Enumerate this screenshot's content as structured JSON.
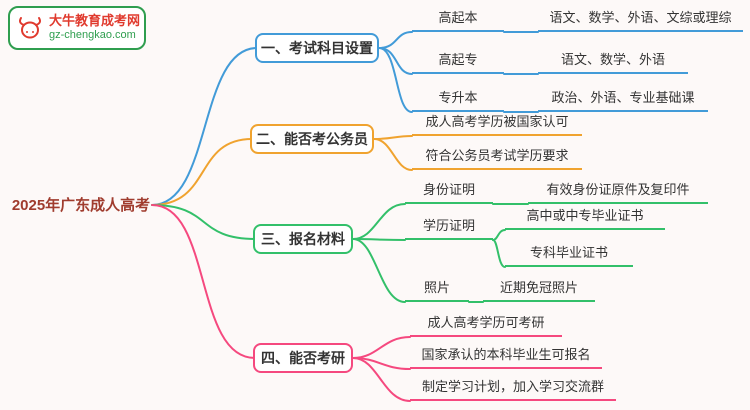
{
  "logo": {
    "name": "大牛教育成考网",
    "domain": "gz-chengkao.com"
  },
  "root": "2025年广东成人高考",
  "branches": [
    {
      "label": "一、考试科目设置",
      "children": [
        {
          "label": "高起本",
          "detail": "语文、数学、外语、文综或理综"
        },
        {
          "label": "高起专",
          "detail": "语文、数学、外语"
        },
        {
          "label": "专升本",
          "detail": "政治、外语、专业基础课"
        }
      ]
    },
    {
      "label": "二、能否考公务员",
      "children": [
        {
          "label": "成人高考学历被国家认可"
        },
        {
          "label": "符合公务员考试学历要求"
        }
      ]
    },
    {
      "label": "三、报名材料",
      "children": [
        {
          "label": "身份证明",
          "detail": "有效身份证原件及复印件"
        },
        {
          "label": "学历证明",
          "details": [
            "高中或中专毕业证书",
            "专科毕业证书"
          ]
        },
        {
          "label": "照片",
          "detail": "近期免冠照片"
        }
      ]
    },
    {
      "label": "四、能否考研",
      "children": [
        {
          "label": "成人高考学历可考研"
        },
        {
          "label": "国家承认的本科毕业生可报名"
        },
        {
          "label": "制定学习计划，加入学习交流群"
        }
      ]
    }
  ],
  "colors": {
    "blue": "#429bd8",
    "orange": "#f0a32f",
    "green": "#33c06a",
    "pink": "#f5497f",
    "logo_red": "#e03a2e",
    "logo_green": "#2f9e4f",
    "root_text": "#a03c2e"
  }
}
